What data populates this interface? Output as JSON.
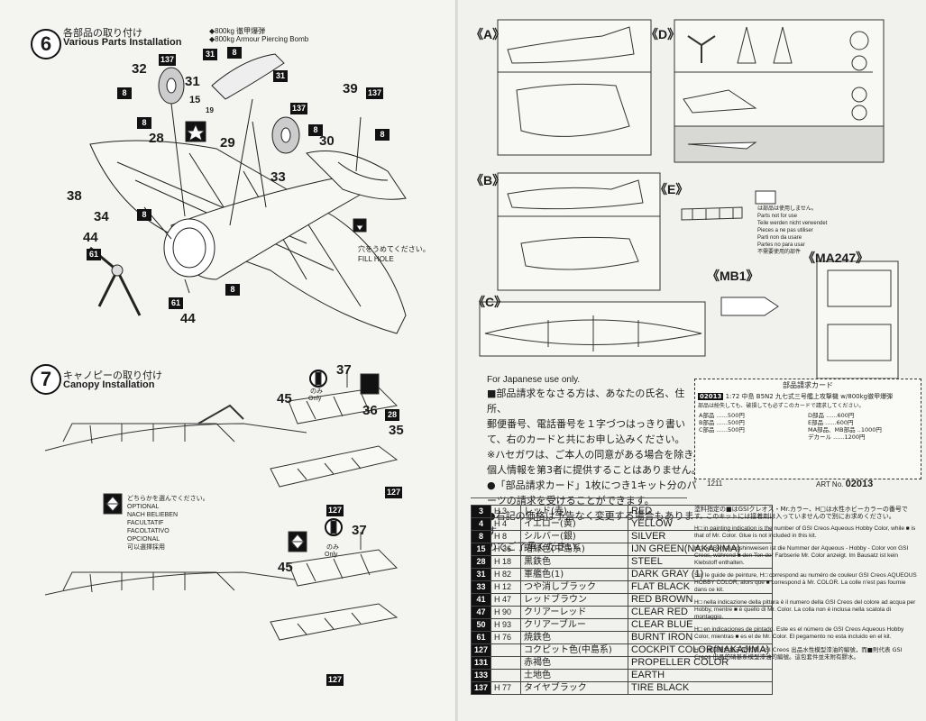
{
  "step6": {
    "number": "6",
    "title_jp": "各部品の取り付け",
    "title_en": "Various Parts Installation"
  },
  "bomb_note": {
    "jp": "◆800kg 徹甲爆弾",
    "en": "◆800kg Armour Piercing Bomb"
  },
  "step6_parts": [
    "32",
    "31",
    "28",
    "15",
    "19",
    "29",
    "33",
    "30",
    "39",
    "38",
    "34",
    "44",
    "44",
    "8",
    "8",
    "8",
    "8",
    "8",
    "8",
    "8",
    "31",
    "31",
    "137",
    "137",
    "137",
    "61",
    "61"
  ],
  "fill_hole": {
    "jp": "穴をうめてください。",
    "en": "FILL HOLE"
  },
  "step7": {
    "number": "7",
    "title_jp": "キャノピーの取り付け",
    "title_en": "Canopy Installation"
  },
  "optional_note": {
    "jp": "どちらかを選んでください。",
    "en": "OPTIONAL",
    "de": "NACH BELIEBEN",
    "fr": "FACULTATIF",
    "it": "FACOLTATIVO",
    "es": "OPCIONAL",
    "jp2": "可以選擇採用"
  },
  "step7_parts": [
    "37",
    "36",
    "35",
    "45",
    "45",
    "37",
    "28",
    "127",
    "127",
    "127"
  ],
  "only_label": {
    "jp": "のみ",
    "en": "Only"
  },
  "sprues": {
    "a": "《A》",
    "b": "《B》",
    "c": "《C》",
    "d": "《D》",
    "e": "《E》",
    "mb1": "《MB1》",
    "ma247": "《MA247》"
  },
  "not_used": {
    "jp": "は部品は使用しません。",
    "en": "Parts not for use",
    "de": "Teile werden nicht verwendet",
    "fr": "Pieces a ne pas utiliser",
    "it": "Parti non da usare",
    "es": "Partes no para usar",
    "cn": "不需要使用的部件"
  },
  "japanese_order": {
    "header": "For Japanese use only.",
    "lines": [
      "■部品請求をなさる方は、あなたの氏名、住所、",
      "郵便番号、電話番号を１字づつはっきり書い",
      "て、右のカードと共にお申し込みください。",
      "※ハセガワは、ご本人の同意がある場合を除き、",
      "個人情報を第3者に提供することはありません。",
      "●「部品請求カード」1枚につき1キット分のパ",
      "ーツの請求を受けることができます。",
      "●右記の価格は予告なく変更する場合もあります",
      "のでご了承ください。"
    ]
  },
  "order_card": {
    "title": "部品請求カード",
    "kit_code": "02013",
    "kit_name": "1:72 中島 B5N2 九七式三号艦上攻撃機 w/800kg徹甲爆弾",
    "note": "部品は紛失しても、破損しても必ずこのカードで請求してください。",
    "prices": [
      [
        "A部品",
        "500円"
      ],
      [
        "B部品",
        "500円"
      ],
      [
        "C部品",
        "500円"
      ],
      [
        "D部品",
        "600円"
      ],
      [
        "E部品",
        "600円"
      ],
      [
        "MA部品、MB部品",
        "1000円"
      ],
      [
        "デカール",
        "1200円"
      ]
    ],
    "footer_left": "1211"
  },
  "art_no": {
    "label": "ART No.",
    "value": "02013"
  },
  "paints": [
    {
      "code": "3",
      "h": "H 3",
      "jp": "レッド(赤)",
      "en": "RED"
    },
    {
      "code": "4",
      "h": "H 4",
      "jp": "イエロー(黄)",
      "en": "YELLOW"
    },
    {
      "code": "8",
      "h": "H 8",
      "jp": "シルバー(銀)",
      "en": "SILVER"
    },
    {
      "code": "15",
      "h": "H 36",
      "jp": "暗緑色(中島系)",
      "en": "IJN GREEN(NAKAJIMA)"
    },
    {
      "code": "28",
      "h": "H 18",
      "jp": "黒鉄色",
      "en": "STEEL"
    },
    {
      "code": "31",
      "h": "H 82",
      "jp": "軍艦色(1)",
      "en": "DARK GRAY (1)"
    },
    {
      "code": "33",
      "h": "H 12",
      "jp": "つや消しブラック",
      "en": "FLAT BLACK"
    },
    {
      "code": "41",
      "h": "H 47",
      "jp": "レッドブラウン",
      "en": "RED BROWN"
    },
    {
      "code": "47",
      "h": "H 90",
      "jp": "クリアーレッド",
      "en": "CLEAR RED"
    },
    {
      "code": "50",
      "h": "H 93",
      "jp": "クリアーブルー",
      "en": "CLEAR BLUE"
    },
    {
      "code": "61",
      "h": "H 76",
      "jp": "焼鉄色",
      "en": "BURNT IRON"
    },
    {
      "code": "127",
      "h": "",
      "jp": "コクピット色(中島系)",
      "en": "COCKPIT COLOR(NAKAJIMA)"
    },
    {
      "code": "131",
      "h": "",
      "jp": "赤褐色",
      "en": "PROPELLER COLOR"
    },
    {
      "code": "133",
      "h": "",
      "jp": "土地色",
      "en": "EARTH"
    },
    {
      "code": "137",
      "h": "H 77",
      "jp": "タイヤブラック",
      "en": "TIRE BLACK"
    }
  ],
  "paint_notes": [
    "塗料指定の■はGSIクレオス・Mr.カラー、H□は水性ホビーカラーの番号です。このキットには接着剤は入っていませんので別にお求めください。",
    "H□ in painting indication is the number of GSI Creos Aqueous Hobby Color, while ■ is that of Mr. Color. Glue is not included in this kit.",
    "H□ bei Bemalungshinweisen ist die Nummer der Aqueous - Hobby - Color von GSI Creos, während ■ den Ton der Farbserie Mr. Color anzeigt. Im Bausatz ist kein Klebstoff enthalten.",
    "Sur le guide de peinture, H□ correspond au numéro de couleur GSI Creos AQUEOUS HOBBY COLOR, alors que ■ correspond à Mr. COLOR. La colle n'est pas fournie dans ce kit.",
    "H□ nella indicazione della pittura è il numero della GSI Creos del colore ad acqua per Hobby, mentre ■ è quello di Mr. Color. La colla non è inclusa nella scatola di montaggio.",
    "H□ en indicaciones de pintado. Este es el número de GSI Creos Aqueous Hobby Color, mientras ■ es el de Mr. Color. El pegamento no esta incluido en el kit.",
    "H□ 油漆著色指示是代表 GSI Creos 出品水性模型漆油的編號，而■則代表 GSI Creos 出品的硝基系模型漆油的編號。這包套件並未附有膠水。"
  ]
}
